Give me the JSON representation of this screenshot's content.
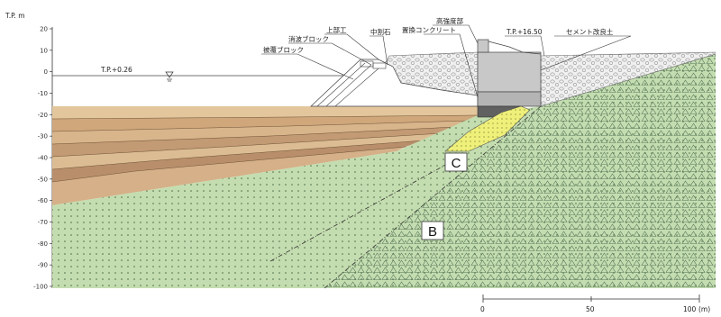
{
  "axis": {
    "unit_label": "T.P. m",
    "ticks": [
      20,
      10,
      0,
      -10,
      -20,
      -30,
      -40,
      -50,
      -60,
      -70,
      -80,
      -90,
      -100
    ]
  },
  "labels": {
    "water_level": "T.P.+0.26",
    "top_level": "T.P.+16.50",
    "high_strength": "高強度部",
    "upper_crown": "上部工",
    "wave_block": "消波ブロック",
    "replace_concrete": "置換コンクリート",
    "armor_block": "被覆ブロック",
    "rubble": "中割石",
    "cement_soil": "セメント改良土",
    "zone_c": "C",
    "zone_b": "B"
  },
  "scale_bar": {
    "ticks": [
      "0",
      "50",
      "100"
    ],
    "unit": "(m)"
  },
  "colors": {
    "green": "#c4ddb0",
    "yellow": "#eef07a",
    "gray": "#c8c8c8",
    "dark_gray": "#606060",
    "sand": [
      "#e3c69b",
      "#cfa77b",
      "#d9b58b",
      "#c29a73",
      "#dcbd93",
      "#b98f6b",
      "#d5b088"
    ]
  }
}
